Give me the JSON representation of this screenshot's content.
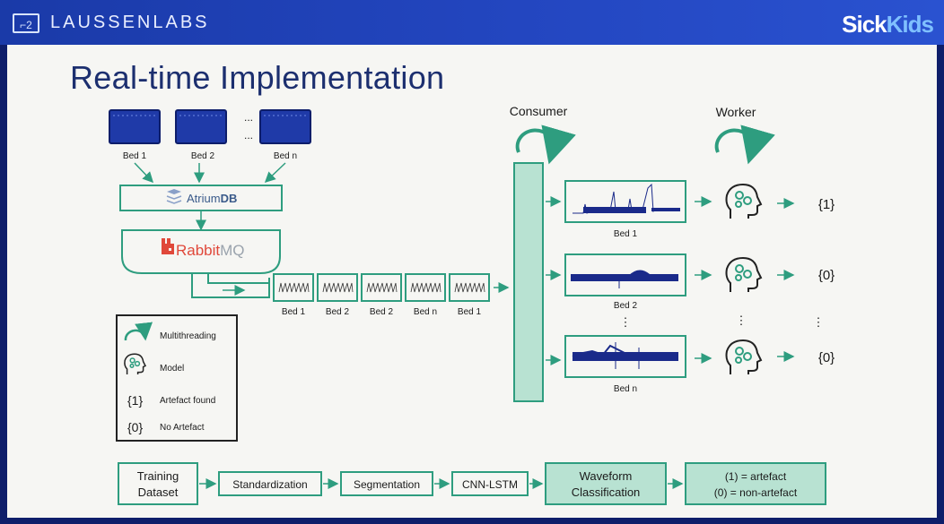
{
  "header": {
    "logo_glyph": "⌐2",
    "lab_name": "LAUSSENLABS",
    "brand_part1": "Sick",
    "brand_part2": "Kids"
  },
  "slide_title": "Real-time Implementation",
  "beds": [
    "Bed 1",
    "Bed 2",
    "Bed n"
  ],
  "beds_ellipsis": "...",
  "atriumdb": {
    "prefix": "Atrium",
    "suffix": "DB"
  },
  "rabbitmq": {
    "prefix": "Rabbit",
    "suffix": "MQ"
  },
  "queue_beds": [
    "Bed 1",
    "Bed 2",
    "Bed 2",
    "Bed n",
    "Bed 1"
  ],
  "consumer_label": "Consumer",
  "worker_label": "Worker",
  "waveform_beds": [
    "Bed 1",
    "Bed 2",
    "Bed n"
  ],
  "vertical_ellipsis": "⋮",
  "outputs": [
    "{1}",
    "{0}",
    "{0}"
  ],
  "legend": [
    {
      "symbol": "",
      "label": "Multithreading"
    },
    {
      "symbol": "",
      "label": "Model"
    },
    {
      "symbol": "{1}",
      "label": "Artefact found"
    },
    {
      "symbol": "{0}",
      "label": "No Artefact"
    }
  ],
  "pipeline": {
    "training_line1": "Training",
    "training_line2": "Dataset",
    "standardization": "Standardization",
    "segmentation": "Segmentation",
    "cnn_lstm": "CNN-LSTM",
    "waveform_line1": "Waveform",
    "waveform_line2": "Classification",
    "result_line1": "(1) = artefact",
    "result_line2": "(0) = non-artefact"
  },
  "colors": {
    "teal": "#2e9d7f",
    "teal_fill": "#b8e2d2",
    "navy": "#1a2a8a",
    "rabbit_red": "#e0483a"
  }
}
